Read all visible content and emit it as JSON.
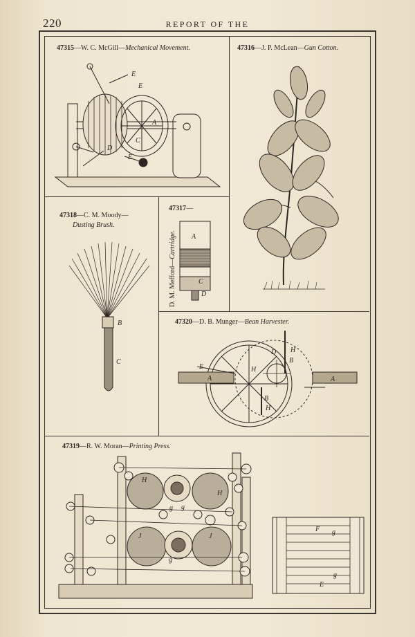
{
  "page": {
    "number": "220",
    "header": "REPORT OF THE"
  },
  "figures": [
    {
      "patent": "47315",
      "inventor": "W. C. McGill",
      "title": "Mechanical Movement.",
      "labels": [
        "E",
        "E",
        "A",
        "C",
        "D",
        "E"
      ]
    },
    {
      "patent": "47316",
      "inventor": "J. P. McLean",
      "title": "Gun Cotton.",
      "labels": []
    },
    {
      "patent": "47318",
      "inventor": "C. M. Moody",
      "title": "Dusting Brush.",
      "labels": [
        "B",
        "C"
      ]
    },
    {
      "patent": "47317",
      "inventor": "D. M. Mefford",
      "title": "Cartridge.",
      "labels": [
        "A",
        "C",
        "D"
      ]
    },
    {
      "patent": "47320",
      "inventor": "D. B. Munger",
      "title": "Bean Harvester.",
      "labels": [
        "D",
        "H",
        "B",
        "E",
        "A",
        "A",
        "H",
        "B",
        "H"
      ]
    },
    {
      "patent": "47319",
      "inventor": "R. W. Moran",
      "title": "Printing Press.",
      "labels": [
        "H",
        "H",
        "g",
        "g",
        "J",
        "J",
        "g",
        "F",
        "g",
        "g",
        "E"
      ]
    }
  ]
}
